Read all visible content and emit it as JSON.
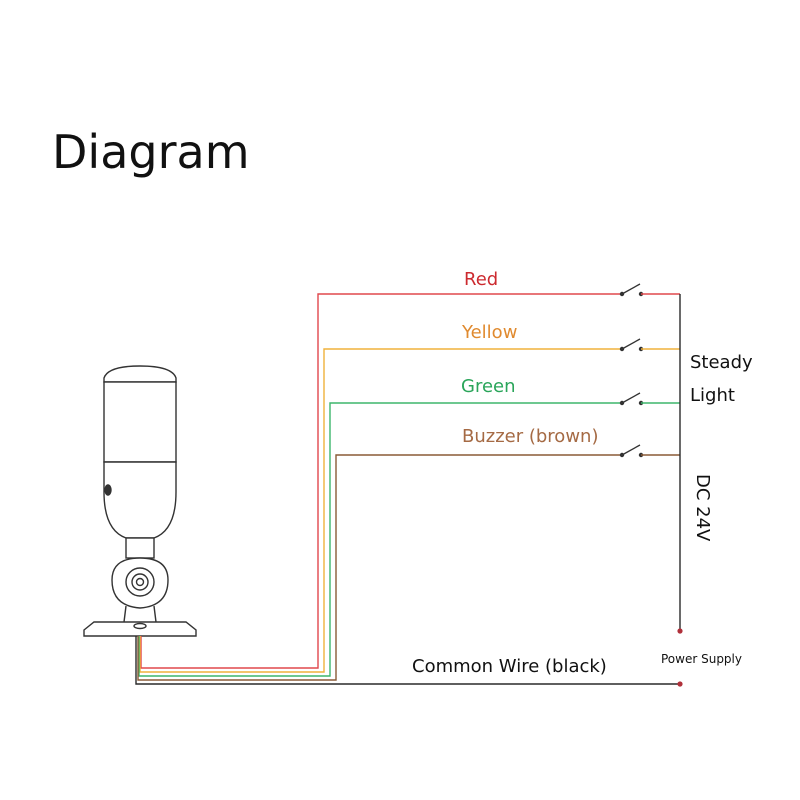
{
  "title": "Diagram",
  "colors": {
    "red": "#e0484d",
    "yellow": "#f0b23c",
    "green": "#3db66b",
    "brown": "#8a5a36",
    "black": "#2a2a2a",
    "yellow_label": "#e08a2f",
    "red_label": "#cc2a2f",
    "green_label": "#2aa55a",
    "brown_label": "#a56a44"
  },
  "wires": {
    "red": "Red",
    "yellow": "Yellow",
    "green": "Green",
    "buzzer": "Buzzer (brown)",
    "common": "Common Wire (black)"
  },
  "labels": {
    "steady": "Steady",
    "light": "Light",
    "voltage": "DC 24V",
    "power_supply": "Power Supply"
  },
  "icons": [
    "signal-tower-lamp-icon",
    "switch-icon",
    "terminal-icon"
  ]
}
